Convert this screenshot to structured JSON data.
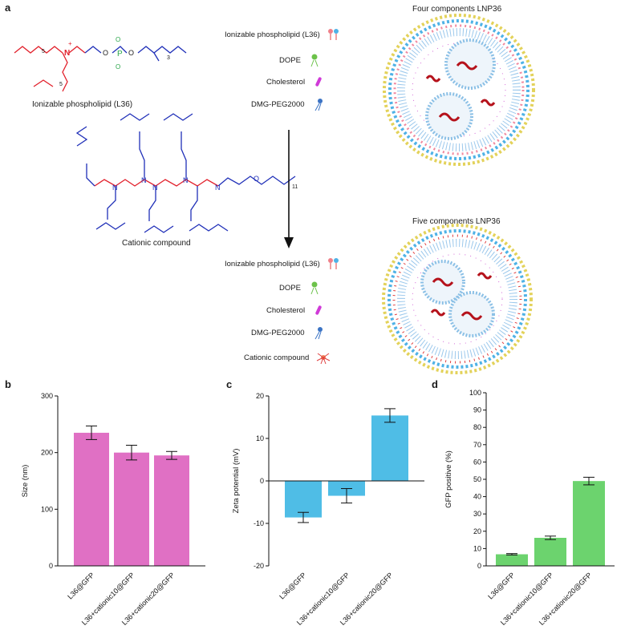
{
  "panels": {
    "a": "a",
    "b": "b",
    "c": "c",
    "d": "d"
  },
  "panel_a": {
    "molecule1_label": "Ionizable phospholipid (L36)",
    "molecule2_label": "Cationic compound",
    "four_title": "Four components LNP36",
    "five_title": "Five components LNP36",
    "legend_top": [
      "Ionizable phospholipid (L36)",
      "DOPE",
      "Cholesterol",
      "DMG-PEG2000"
    ],
    "legend_bottom": [
      "Ionizable phospholipid (L36)",
      "DOPE",
      "Cholesterol",
      "DMG-PEG2000",
      "Cationic compound"
    ],
    "subscripts": {
      "s5a": "5",
      "s5b": "5",
      "s3": "3",
      "s11": "11"
    }
  },
  "chart_data": [
    {
      "type": "bar",
      "panel": "b",
      "categories": [
        "L36@GFP",
        "L36+cationic10@GFP",
        "L36+cationic20@GFP"
      ],
      "values": [
        235,
        200,
        195
      ],
      "errors": [
        12,
        13,
        7
      ],
      "ylabel": "Size (nm)",
      "ylim": [
        0,
        300
      ],
      "yticks": [
        0,
        100,
        200,
        300
      ],
      "color": "#e070c4"
    },
    {
      "type": "bar",
      "panel": "c",
      "categories": [
        "L36@GFP",
        "L36+cationic10@GFP",
        "L36+cationic20@GFP"
      ],
      "values": [
        -8.6,
        -3.5,
        15.4
      ],
      "errors": [
        1.2,
        1.7,
        1.6
      ],
      "ylabel": "Zeta potential (mV)",
      "ylim": [
        -20,
        20
      ],
      "yticks": [
        -20,
        -10,
        0,
        10,
        20
      ],
      "color": "#4fbde6"
    },
    {
      "type": "bar",
      "panel": "d",
      "categories": [
        "L36@GFP",
        "L36+cationic10@GFP",
        "L36+cationic20@GFP"
      ],
      "values": [
        6.7,
        16.2,
        49.0
      ],
      "errors": [
        0.4,
        1.0,
        2.2
      ],
      "ylabel": "GFP positive (%)",
      "ylim": [
        0,
        100
      ],
      "yticks": [
        0,
        10,
        20,
        30,
        40,
        50,
        60,
        70,
        80,
        90,
        100
      ],
      "color": "#6cd36e"
    }
  ]
}
